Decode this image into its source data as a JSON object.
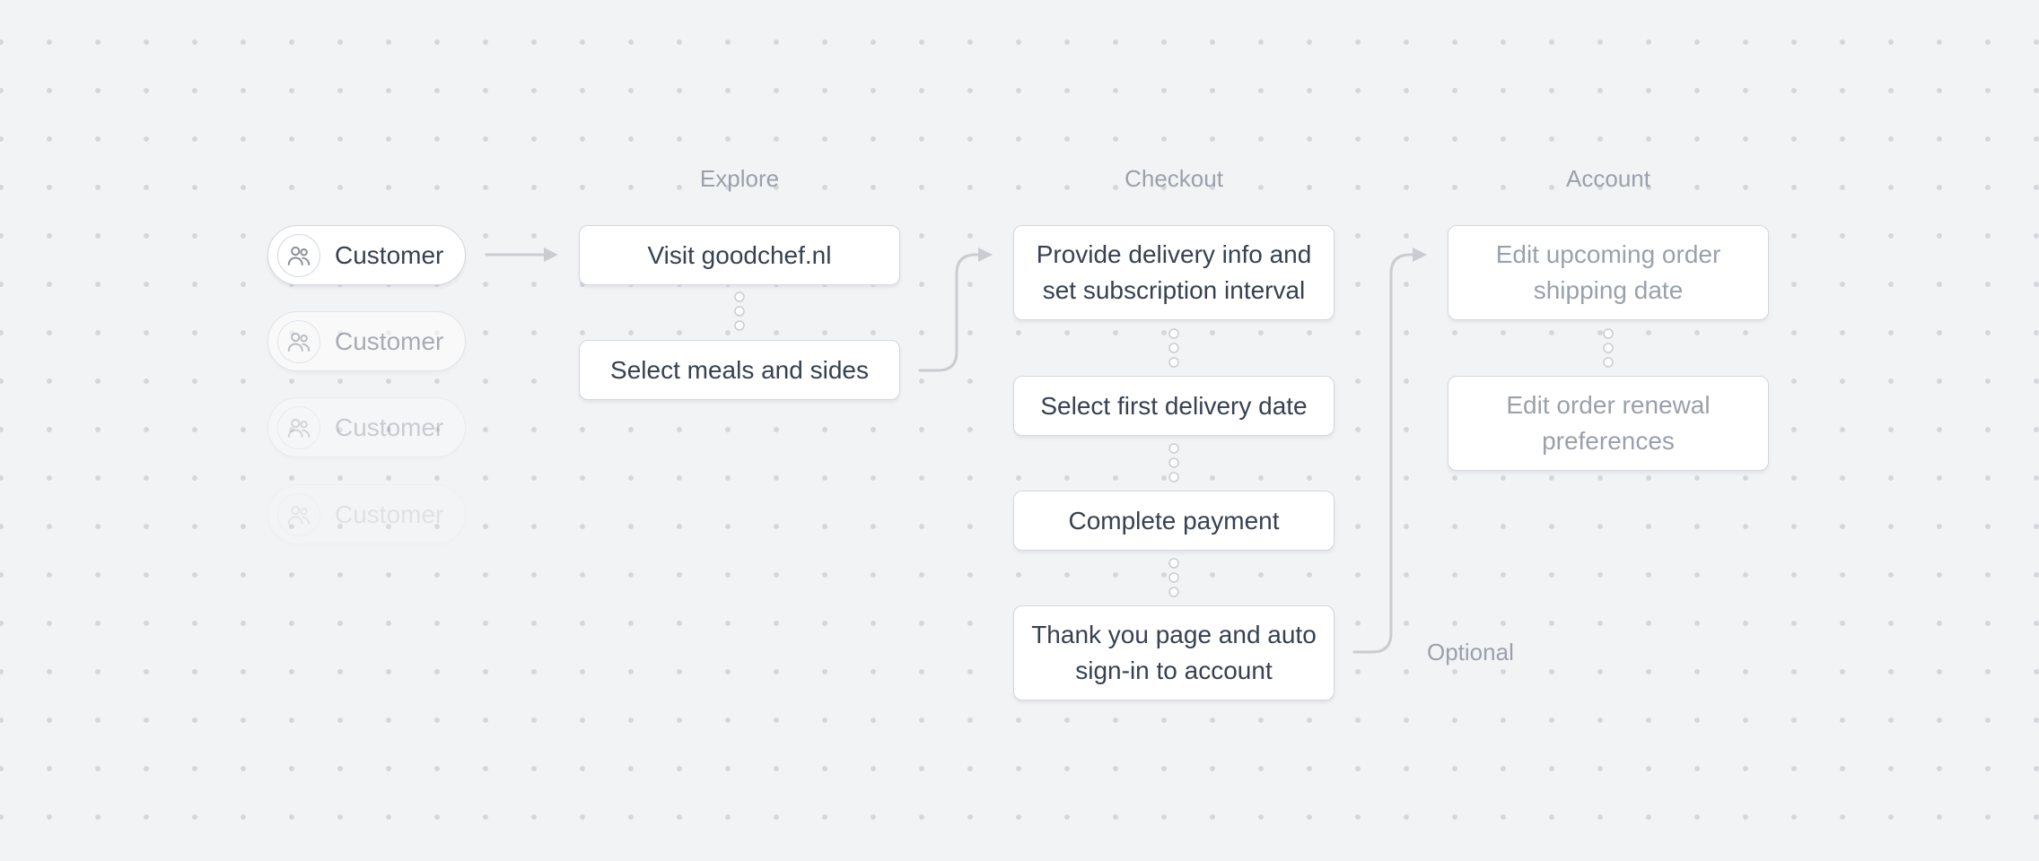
{
  "columns": {
    "explore": "Explore",
    "checkout": "Checkout",
    "account": "Account"
  },
  "actor": {
    "label": "Customer",
    "icon": "users-icon"
  },
  "explore_steps": [
    "Visit goodchef.nl",
    "Select meals and sides"
  ],
  "checkout_steps": [
    "Provide delivery info and set subscription interval",
    "Select first delivery date",
    "Complete payment",
    "Thank you page and auto sign-in to account"
  ],
  "account_steps": [
    "Edit upcoming order shipping date",
    "Edit order renewal preferences"
  ],
  "optional_label": "Optional",
  "colors": {
    "background": "#f2f3f5",
    "node_border": "#d4d7dc",
    "connector": "#c9ccd1",
    "label_muted": "#9aa1ab",
    "text": "#374151"
  }
}
